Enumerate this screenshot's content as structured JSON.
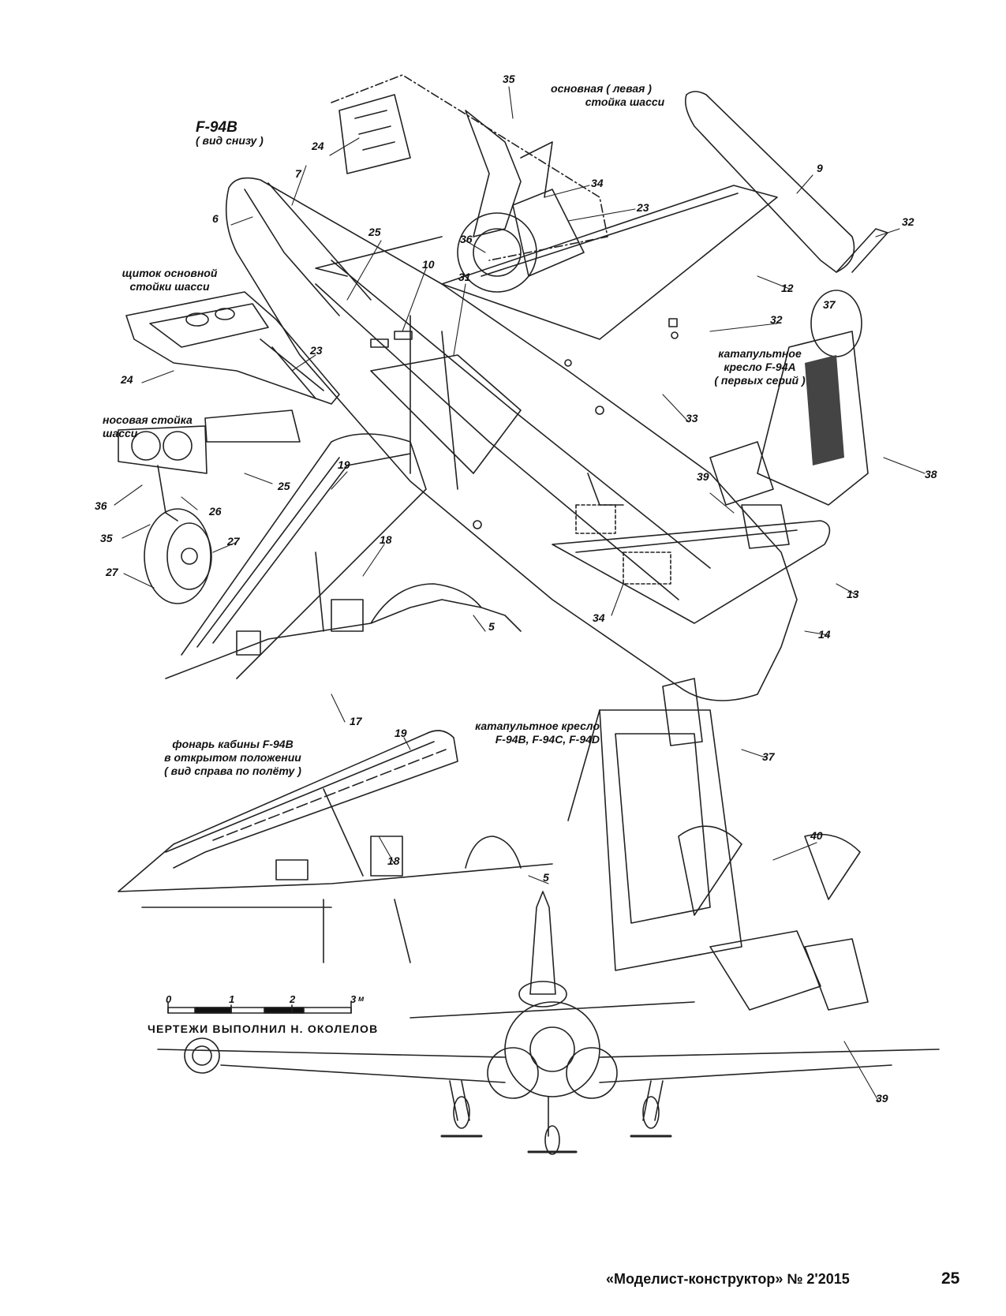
{
  "view_title": "F-94B",
  "view_subtitle": "( вид снизу )",
  "captions": {
    "main_gear_line1": "основная ( левая )",
    "main_gear_line2": "стойка шасси",
    "gear_door_line1": "щиток основной",
    "gear_door_line2": "стойки шасси",
    "nose_gear_line1": "носовая стойка",
    "nose_gear_line2": "шасси",
    "seat_a_line1": "катапультное",
    "seat_a_line2": "кресло  F-94A",
    "seat_a_line3": "( первых серий )",
    "canopy_line1": "фонарь кабины F-94B",
    "canopy_line2": "в открытом положении",
    "canopy_line3": "( вид справа по полёту )",
    "seat_bcd_line1": "катапультное кресло",
    "seat_bcd_line2": "F-94B, F-94C, F-94D"
  },
  "callouts": {
    "c35a": "35",
    "c24a": "24",
    "c34a": "34",
    "c23a": "23",
    "c36a": "36",
    "c7": "7",
    "c6": "6",
    "c25a": "25",
    "c10": "10",
    "c31": "31",
    "c9": "9",
    "c32a": "32",
    "c12": "12",
    "c32b": "32",
    "c37a": "37",
    "c33": "33",
    "c38": "38",
    "c39a": "39",
    "c13": "13",
    "c14": "14",
    "c34b": "34",
    "c24b": "24",
    "c23b": "23",
    "c19a": "19",
    "c25b": "25",
    "c36b": "36",
    "c26": "26",
    "c35b": "35",
    "c18a": "18",
    "c27a": "27",
    "c27b": "27",
    "c5a": "5",
    "c17": "17",
    "c19b": "19",
    "c37b": "37",
    "c40": "40",
    "c18b": "18",
    "c5b": "5",
    "c39b": "39"
  },
  "scale": {
    "t0": "0",
    "t1": "1",
    "t2": "2",
    "t3": "3",
    "unit": "м"
  },
  "credit": "ЧЕРТЕЖИ  ВЫПОЛНИЛ  Н.  ОКОЛЕЛОВ",
  "footer": "«Моделист-конструктор» № 2'2015",
  "page_number": "25"
}
